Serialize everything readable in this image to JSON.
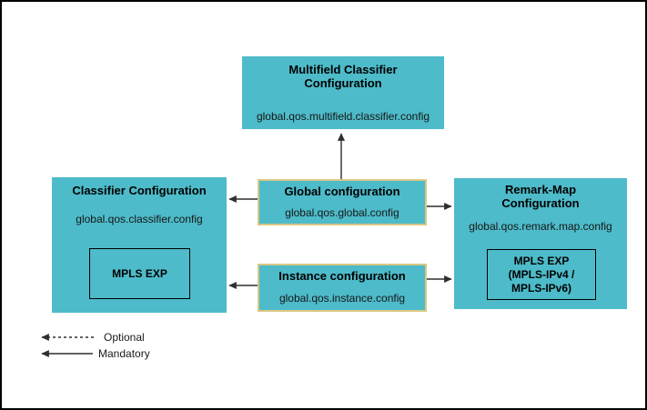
{
  "colors": {
    "box_fill": "#4dbbc9",
    "highlight_border": "#d9c885",
    "arrow": "#2f2f2f"
  },
  "boxes": {
    "multifield": {
      "title": "Multifield Classifier\nConfiguration",
      "path": "global.qos.multifield.classifier.config"
    },
    "classifier": {
      "title": "Classifier Configuration",
      "path": "global.qos.classifier.config",
      "inner_label": "MPLS EXP"
    },
    "global_config": {
      "title": "Global configuration",
      "path": "global.qos.global.config"
    },
    "instance": {
      "title": "Instance configuration",
      "path": "global.qos.instance.config"
    },
    "remark_map": {
      "title": "Remark-Map\nConfiguration",
      "path": "global.qos.remark.map.config",
      "inner_label": "MPLS EXP\n(MPLS-IPv4 /\nMPLS-IPv6)"
    }
  },
  "legend": {
    "optional_label": "Optional",
    "mandatory_label": "Mandatory"
  }
}
